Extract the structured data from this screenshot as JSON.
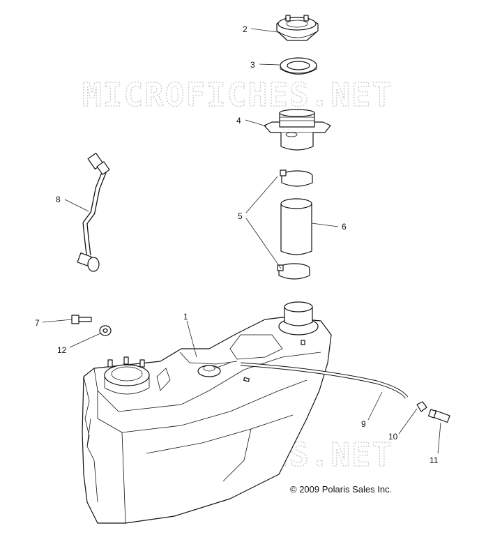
{
  "watermark": "MICROFICHES.NET",
  "copyright": "© 2009 Polaris Sales Inc.",
  "callouts": [
    {
      "id": "1",
      "label": "1"
    },
    {
      "id": "2",
      "label": "2"
    },
    {
      "id": "3",
      "label": "3"
    },
    {
      "id": "4",
      "label": "4"
    },
    {
      "id": "5",
      "label": "5"
    },
    {
      "id": "6",
      "label": "6"
    },
    {
      "id": "7",
      "label": "7"
    },
    {
      "id": "8",
      "label": "8"
    },
    {
      "id": "9",
      "label": "9"
    },
    {
      "id": "10",
      "label": "10"
    },
    {
      "id": "11",
      "label": "11"
    },
    {
      "id": "12",
      "label": "12"
    }
  ]
}
